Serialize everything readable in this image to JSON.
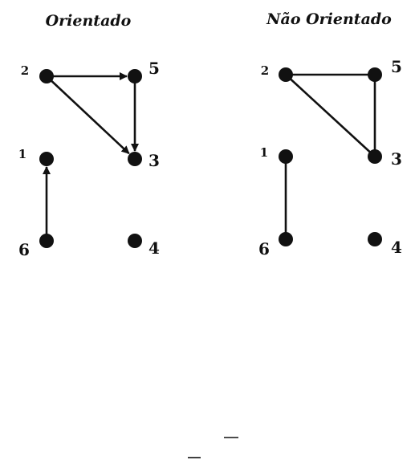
{
  "colors": {
    "ink": "#111111",
    "background": "#ffffff"
  },
  "graphs": [
    {
      "id": "directed",
      "title": "Orientado",
      "directed": true,
      "nodes": [
        {
          "id": "1",
          "label": "1"
        },
        {
          "id": "2",
          "label": "2"
        },
        {
          "id": "3",
          "label": "3"
        },
        {
          "id": "4",
          "label": "4"
        },
        {
          "id": "5",
          "label": "5"
        },
        {
          "id": "6",
          "label": "6"
        }
      ],
      "edges": [
        {
          "from": "2",
          "to": "5"
        },
        {
          "from": "2",
          "to": "3"
        },
        {
          "from": "5",
          "to": "3"
        },
        {
          "from": "6",
          "to": "1"
        }
      ]
    },
    {
      "id": "undirected",
      "title": "Não Orientado",
      "directed": false,
      "nodes": [
        {
          "id": "1",
          "label": "1"
        },
        {
          "id": "2",
          "label": "2"
        },
        {
          "id": "3",
          "label": "3"
        },
        {
          "id": "4",
          "label": "4"
        },
        {
          "id": "5",
          "label": "5"
        },
        {
          "id": "6",
          "label": "6"
        }
      ],
      "edges": [
        {
          "from": "2",
          "to": "5"
        },
        {
          "from": "2",
          "to": "3"
        },
        {
          "from": "5",
          "to": "3"
        },
        {
          "from": "6",
          "to": "1"
        }
      ]
    }
  ]
}
